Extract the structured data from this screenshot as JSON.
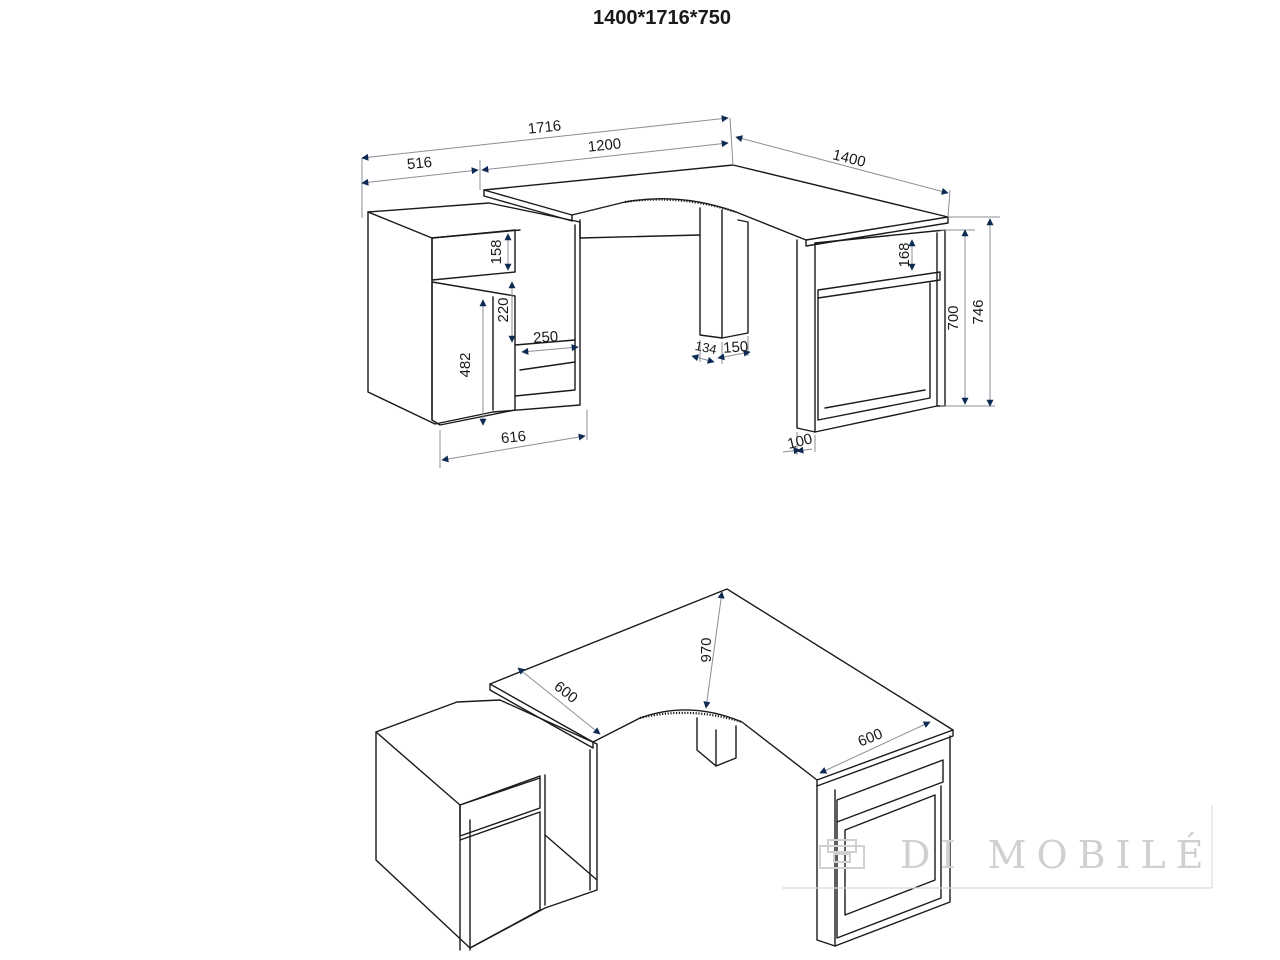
{
  "title": "1400*1716*750",
  "colors": {
    "line": "#1a1a1a",
    "arrow": "#0f2a52",
    "dimension_line": "#8a8f99",
    "watermark": "#d0d0d0"
  },
  "top_view_dimensions": {
    "overall_width": "1716",
    "return_width": "516",
    "main_width": "1200",
    "side_depth": "1400",
    "drawer_height": "158",
    "door_shelf_gap": "220",
    "door_height": "482",
    "shelf_depth": "250",
    "pedestal_depth": "616",
    "leg_depth": "134",
    "leg_width": "150",
    "side_shelf_height": "168",
    "frame_height": "700",
    "total_height": "746",
    "frame_thickness": "100"
  },
  "bottom_view_dimensions": {
    "left_depth": "600",
    "corner_diagonal": "970",
    "right_depth": "600"
  },
  "watermark": {
    "text": "DI MOBILÉ",
    "icon": "sofa-icon"
  }
}
